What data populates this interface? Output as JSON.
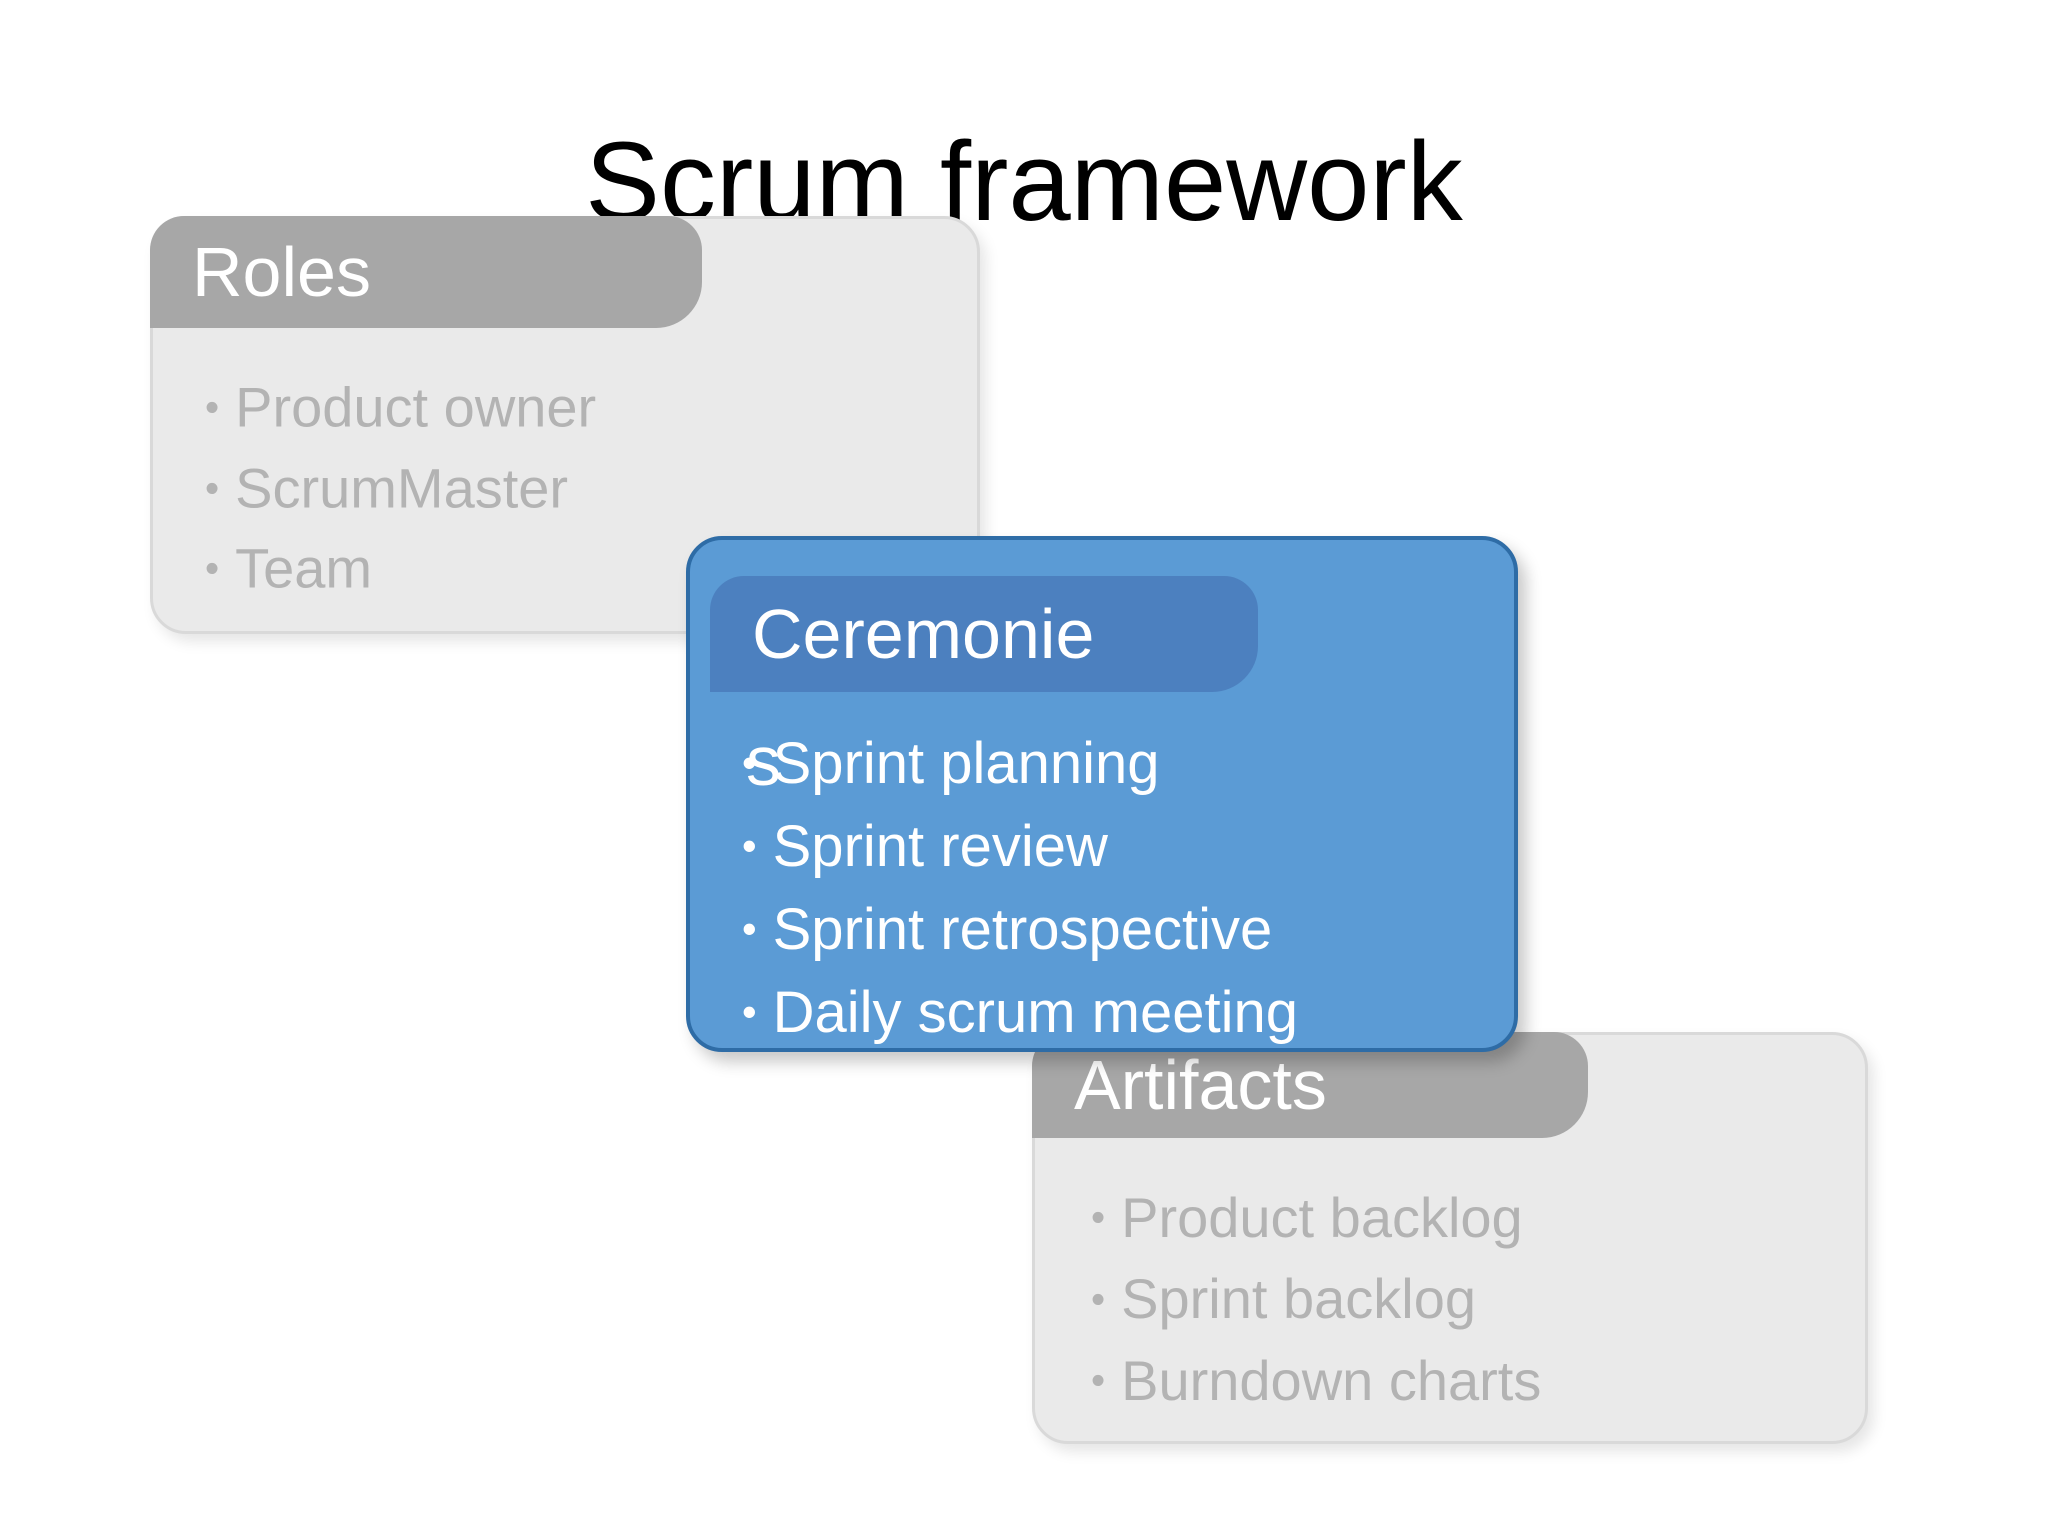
{
  "slide": {
    "title": "Scrum framework"
  },
  "glyphs": {
    "bullet": "•"
  },
  "colors": {
    "card_gray_body": "#eaeaea",
    "card_gray_header": "#a7a7a7",
    "card_gray_text": "#b3b3b3",
    "card_blue_body": "#5b9bd5",
    "card_blue_header": "#4c80bf",
    "card_blue_border": "#2e6ca6",
    "card_blue_text": "#ffffff",
    "title_text": "#000000"
  },
  "cards": {
    "roles": {
      "title": "Roles",
      "items": [
        "Product owner",
        "ScrumMaster",
        "Team"
      ]
    },
    "ceremonies": {
      "title_line1": "Ceremonie",
      "title_line2": "s",
      "items": [
        "Sprint planning",
        "Sprint review",
        "Sprint retrospective",
        "Daily scrum meeting"
      ]
    },
    "artifacts": {
      "title": "Artifacts",
      "items": [
        "Product backlog",
        "Sprint backlog",
        "Burndown charts"
      ]
    }
  }
}
